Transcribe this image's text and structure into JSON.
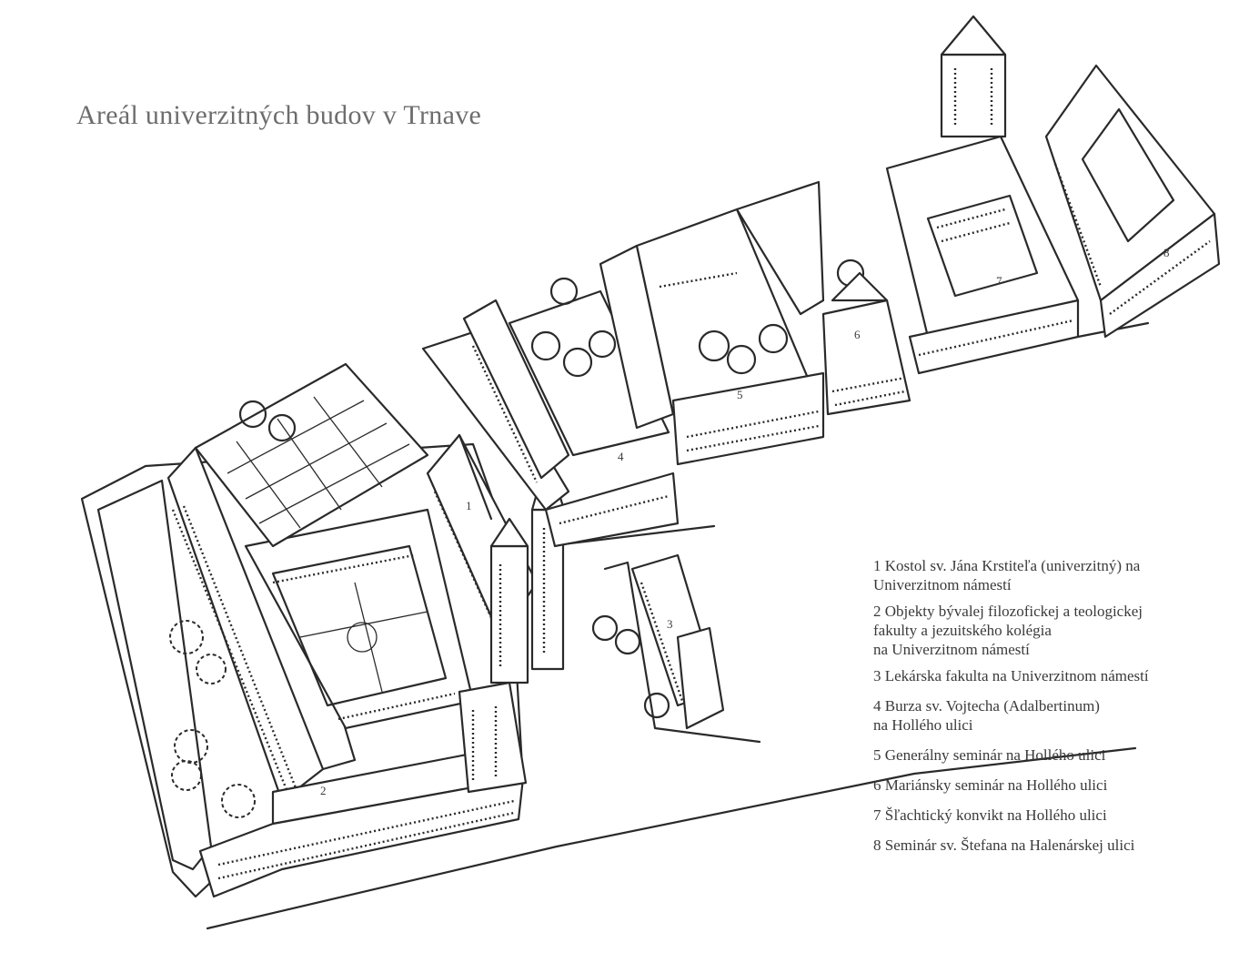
{
  "title": "Areál univerzitných budov v Trnave",
  "building_numbers": [
    "1",
    "2",
    "3",
    "4",
    "5",
    "6",
    "7",
    "8"
  ],
  "legend": [
    {
      "number": "1",
      "lines": [
        "1 Kostol sv. Jána Krstiteľa (univerzitný) na",
        "Univerzitnom námestí"
      ]
    },
    {
      "number": "2",
      "lines": [
        "2 Objekty bývalej filozofickej a teologickej",
        "fakulty a jezuitského kolégia",
        "na Univerzitnom námestí"
      ]
    },
    {
      "number": "3",
      "lines": [
        "3 Lekárska fakulta na Univerzitnom námestí"
      ]
    },
    {
      "number": "4",
      "lines": [
        "4 Burza sv. Vojtecha (Adalbertinum)",
        "na Hollého ulici"
      ]
    },
    {
      "number": "5",
      "lines": [
        "5 Generálny seminár na Hollého ulici"
      ]
    },
    {
      "number": "6",
      "lines": [
        "6 Mariánsky seminár na Hollého ulici"
      ]
    },
    {
      "number": "7",
      "lines": [
        "7 Šľachtický konvikt na Hollého ulici"
      ]
    },
    {
      "number": "8",
      "lines": [
        "8 Seminár sv. Štefana na Halenárskej ulici"
      ]
    }
  ]
}
